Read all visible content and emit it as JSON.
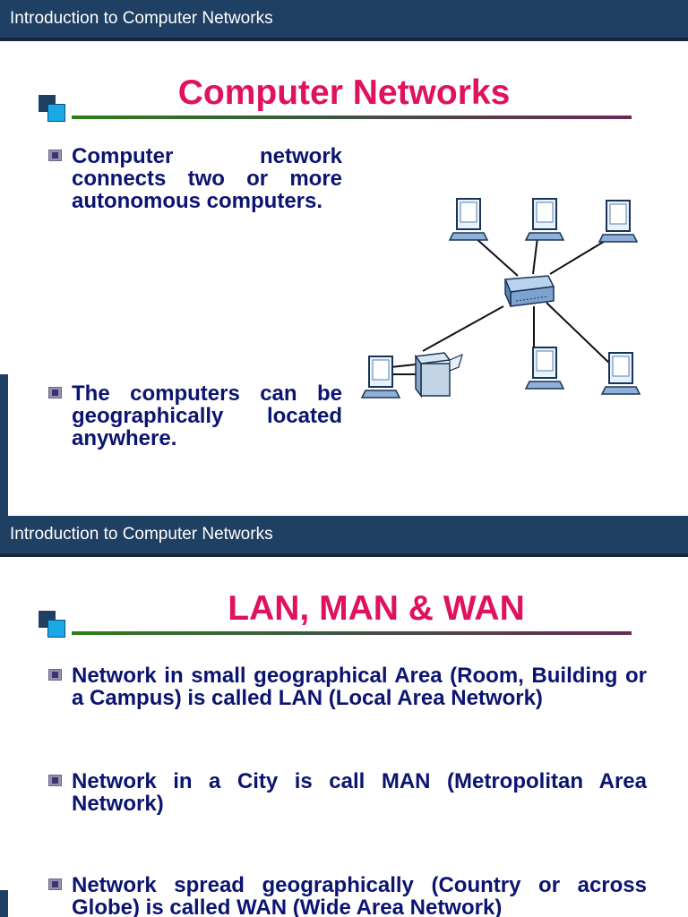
{
  "slide1": {
    "header": "Introduction to Computer Networks",
    "title": "Computer Networks",
    "bullets": [
      "Computer network connects two or more autonomous computers.",
      "The computers can be geographically located anywhere."
    ]
  },
  "slide2": {
    "header": "Introduction to Computer Networks",
    "title": "LAN, MAN & WAN",
    "bullets": [
      "Network in small geographical Area (Room, Building or a Campus) is called LAN (Local Area Network)",
      "Network in a City is call MAN (Metropolitan Area Network)",
      "Network spread geographically (Country or across Globe) is called WAN (Wide Area Network)"
    ]
  },
  "colors": {
    "header_bg": "#1f3f63",
    "title": "#e0115f",
    "bullet_text": "#0b1470",
    "accent": "#19a9e6"
  },
  "icons": [
    "deco-squares-icon",
    "bullet-icon",
    "computer-icon",
    "network-switch-icon",
    "server-icon"
  ]
}
